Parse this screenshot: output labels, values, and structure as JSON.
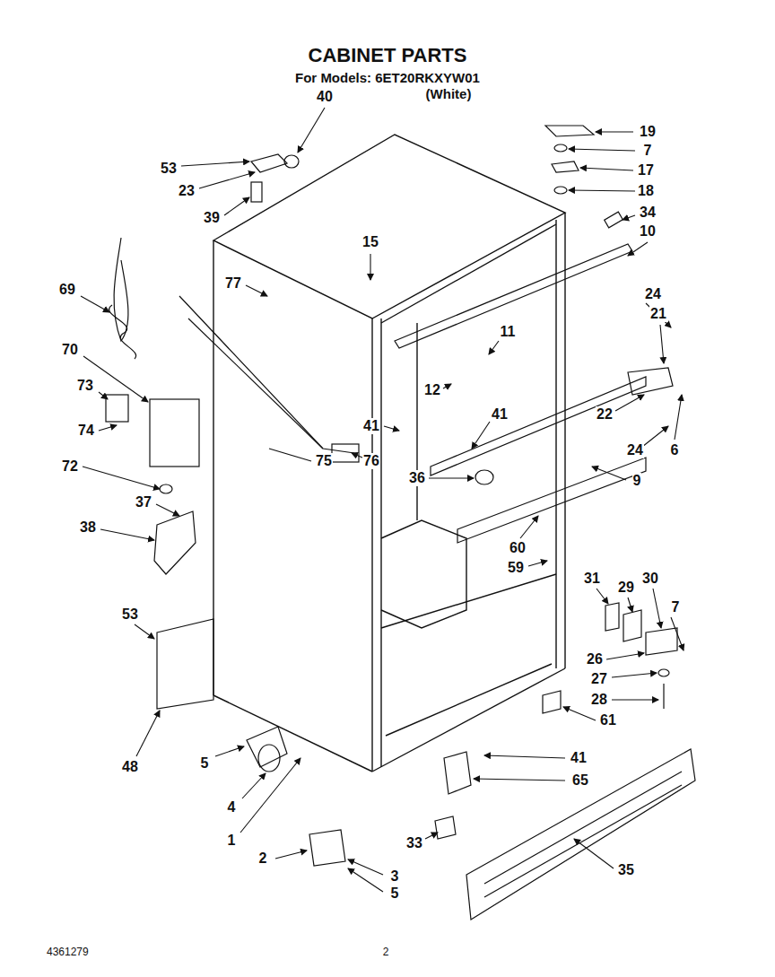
{
  "diagram": {
    "title": "CABINET PARTS",
    "labels": [
      "For Models: 6ET20RKXYW01",
      "(White)",
      "40",
      "19",
      "53",
      "7",
      "17",
      "23",
      "18",
      "39",
      "34",
      "10",
      "15",
      "69",
      "77",
      "11",
      "24",
      "21",
      "70",
      "73",
      "12",
      "22",
      "6",
      "74",
      "41",
      "41",
      "75",
      "76",
      "72",
      "24",
      "9",
      "36",
      "37",
      "38",
      "60",
      "59",
      "31",
      "29",
      "30",
      "7",
      "53",
      "26",
      "27",
      "28",
      "61",
      "48",
      "5",
      "41",
      "65",
      "4",
      "1",
      "33",
      "2",
      "35",
      "3",
      "5",
      "4361279",
      "2"
    ]
  }
}
